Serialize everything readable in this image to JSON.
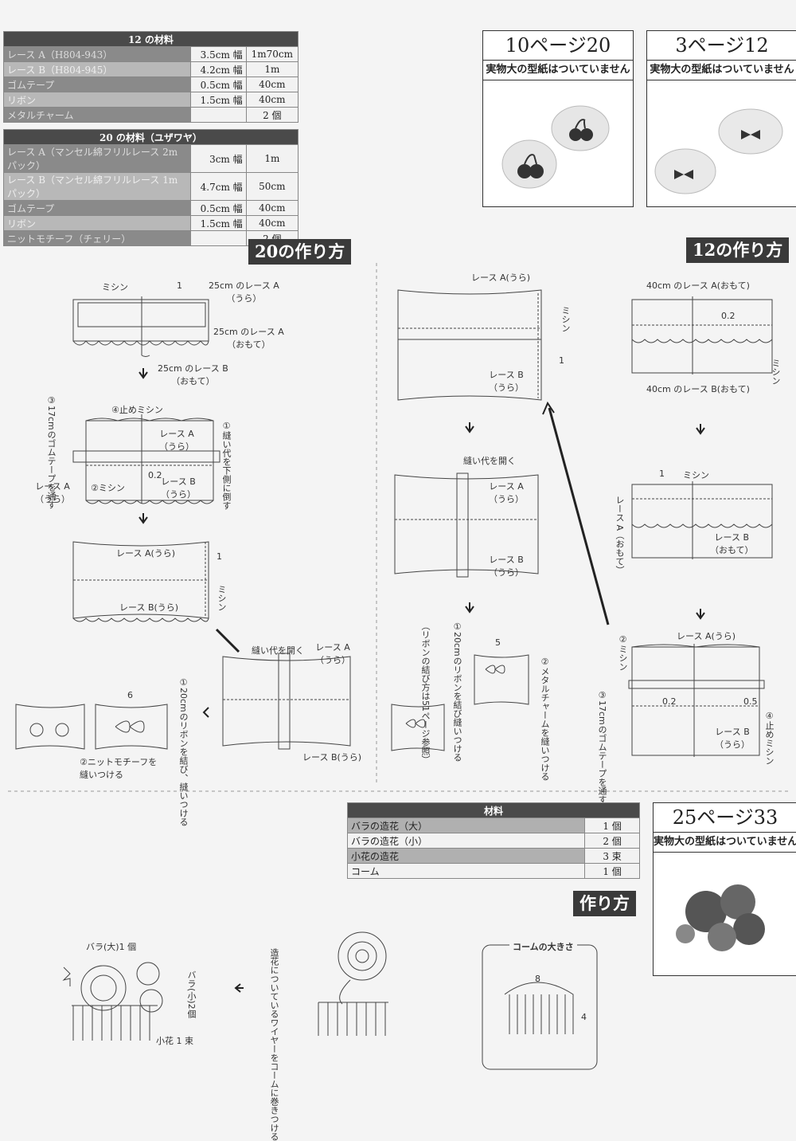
{
  "materials12": {
    "title": "12 の材料",
    "rows": [
      {
        "name": "レース A（H804-943）",
        "width": "3.5cm 幅",
        "qty": "1m70cm"
      },
      {
        "name": "レース B（H804-945）",
        "width": "4.2cm 幅",
        "qty": "1m"
      },
      {
        "name": "ゴムテープ",
        "width": "0.5cm 幅",
        "qty": "40cm"
      },
      {
        "name": "リボン",
        "width": "1.5cm 幅",
        "qty": "40cm"
      },
      {
        "name": "メタルチャーム",
        "width": "",
        "qty": "2 個"
      }
    ]
  },
  "materials20": {
    "title": "20 の材料（ユザワヤ）",
    "rows": [
      {
        "name": "レース A（マンセル綿フリルレース 2m パック）",
        "width": "3cm 幅",
        "qty": "1m"
      },
      {
        "name": "レース B（マンセル綿フリルレース 1m パック）",
        "width": "4.7cm 幅",
        "qty": "50cm"
      },
      {
        "name": "ゴムテープ",
        "width": "0.5cm 幅",
        "qty": "40cm"
      },
      {
        "name": "リボン",
        "width": "1.5cm 幅",
        "qty": "40cm"
      },
      {
        "name": "ニットモチーフ（チェリー）",
        "width": "",
        "qty": "2 個"
      }
    ]
  },
  "refs": [
    {
      "title": "10ページ20",
      "note": "実物大の型紙はついていません"
    },
    {
      "title": "3ページ12",
      "note": "実物大の型紙はついていません"
    },
    {
      "title": "25ページ33",
      "note": "実物大の型紙はついていません"
    }
  ],
  "sections": {
    "make20": "20の作り方",
    "make12": "12の作り方",
    "make33": "作り方"
  },
  "diagram20": {
    "s1": {
      "mishin": "ミシン",
      "n1": "1",
      "laceA_ura": "25cm のレース A\n（うら）",
      "laceA_omote": "25cm のレース A\n（おもて）",
      "laceB": "25cm のレース B\n（おもて）"
    },
    "s2": {
      "stop": "④止めミシン",
      "elastic": "③17cmのゴムテープを通す",
      "laceA_ura": "レース A\n（うら）",
      "mishin2": "②ミシン",
      "v02": "0.2",
      "laceB_ura": "レース B\n（うら）",
      "laceA_left": "レース A\n（うら）",
      "fold": "①縫い代を下側に倒す"
    },
    "s3": {
      "laceA": "レース A(うら)",
      "laceB": "レース B(うら)",
      "n1": "1",
      "mishin": "ミシン"
    },
    "s4": {
      "open": "縫い代を開く",
      "laceA": "レース A\n（うら）",
      "laceB": "レース B(うら)"
    },
    "s5": {
      "n6": "6",
      "ribbon": "①20cmのリボンを結び、縫いつける",
      "motif": "②ニットモチーフを\n縫いつける"
    }
  },
  "diagram12": {
    "a1": {
      "laceA": "レース A(うら)",
      "mishin": "ミシン",
      "laceB": "レース B\n（うら）",
      "n1": "1"
    },
    "a2": {
      "open": "縫い代を開く",
      "laceA": "レース A\n（うら）",
      "laceB": "レース B\n（うら）"
    },
    "a3": {
      "n5": "5",
      "ribbon": "①20cmのリボンを結び縫いつける",
      "ribbonRef": "（リボンの結び方は51ページ参照）",
      "charm": "②メタルチャームを縫いつける"
    },
    "b1": {
      "laceA": "40cm のレース A(おもて)",
      "v02": "0.2",
      "laceB": "40cm のレース B(おもて)",
      "mishin": "ミシン"
    },
    "b2": {
      "n1": "1",
      "mishin": "ミシン",
      "laceA": "レース A（おもて）",
      "laceB": "レース B\n（おもて）"
    },
    "b3": {
      "laceA": "レース A(うら)",
      "mishin": "②ミシン",
      "v02": "0.2",
      "v05": "0.5",
      "elastic": "③17cmのゴムテープを通す",
      "laceB": "レース B\n（うら）",
      "stop": "④止めミシン"
    }
  },
  "materials33": {
    "title": "材料",
    "rows": [
      {
        "name": "バラの造花（大）",
        "qty": "1 個"
      },
      {
        "name": "バラの造花（小）",
        "qty": "2 個"
      },
      {
        "name": "小花の造花",
        "qty": "3 束"
      },
      {
        "name": "コーム",
        "qty": "1 個"
      }
    ]
  },
  "diagram33": {
    "rose_big": "バラ(大)1 個",
    "rose_small": "バラ(小)2個",
    "small_flower": "小花 1 束",
    "wire": "造花についているワイヤーをコームに巻きつける",
    "comb_size": "コームの大きさ",
    "n8": "8",
    "n4": "4"
  }
}
